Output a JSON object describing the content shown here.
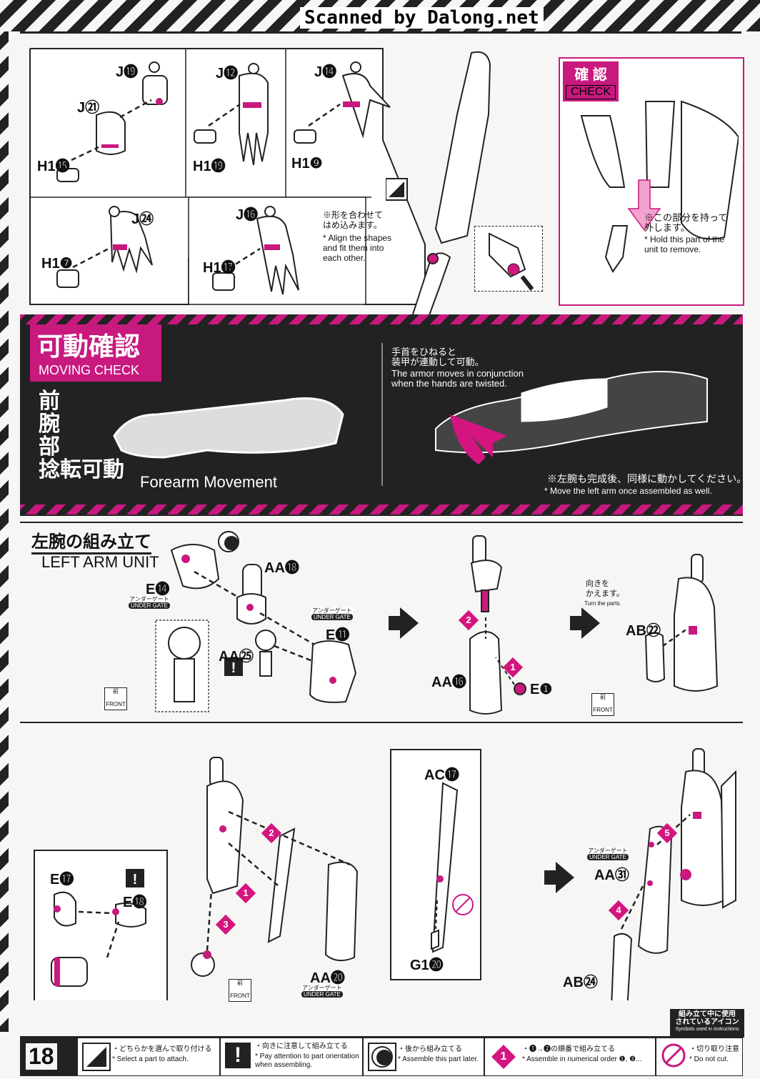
{
  "header": {
    "watermark": "Scanned by Dalong.net"
  },
  "page_number": "18",
  "section1": {
    "parts": [
      {
        "j": "J⓳",
        "h": "H1⓯",
        "j2": "J㉑"
      },
      {
        "j": "J⓬",
        "h": "H1⓳"
      },
      {
        "j": "J⓮",
        "h": "H1❾"
      },
      {
        "j": "J㉔",
        "h": "H1❼"
      },
      {
        "j": "J⓰",
        "h": "H1⓱"
      }
    ],
    "note_jp": "※形を合わせて\nはめ込みます。",
    "note_en": "* Align the shapes\nand fit them into\neach other.",
    "check": {
      "title_jp": "確 認",
      "title_en": "CHECK",
      "note_jp": "※この部分を持って\n外します。",
      "note_en": "* Hold this part of the\nunit to remove."
    }
  },
  "moving_check": {
    "title_jp": "可動確認",
    "title_en": "MOVING CHECK",
    "subtitle_jp": "前\n腕\n部\n捻転可動",
    "subtitle_en": "Forearm Movement",
    "note_jp": "手首をひねると\n装甲が連動して可動。",
    "note_en": "The armor moves in conjunction\nwhen the hands are twisted.",
    "footer_jp": "※左腕も完成後、同様に動かしてください。",
    "footer_en": "* Move the left arm once assembled as well."
  },
  "left_arm": {
    "title_jp": "左腕の組み立て",
    "title_en": "LEFT ARM UNIT",
    "under_gate_jp": "アンダーゲート",
    "under_gate_en": "UNDER GATE",
    "front_jp": "前",
    "front_en": "FRONT",
    "turn_jp": "向きを\nかえます。",
    "turn_en": "Turn the parts.",
    "labels": {
      "aa18": "AA⓲",
      "e14": "E⓮",
      "e11": "E⓫",
      "aa25": "AA㉕",
      "aa16": "AA⓰",
      "e1": "E❶",
      "ab22": "AB㉒"
    }
  },
  "section4": {
    "labels": {
      "e17": "E⓱",
      "e18": "E⓲",
      "aa20": "AA⓴",
      "ac17": "AC⓱",
      "g120": "G1⓴",
      "aa31": "AA㉛",
      "ab24": "AB㉔"
    },
    "steps": [
      "1",
      "2",
      "3",
      "4",
      "5"
    ]
  },
  "legend": {
    "title_jp": "組み立て中に使用\nされているアイコン",
    "title_en": "Symbols used in instructions",
    "items": [
      {
        "jp": "・どちらかを選んで取り付ける",
        "en": "* Select a part to attach."
      },
      {
        "jp": "・向きに注意して組み立てる",
        "en": "* Pay attention to part orientation\nwhen assembling."
      },
      {
        "jp": "・後から組み立てる",
        "en": "* Assemble this part later."
      },
      {
        "jp": "・❶→❷の順番で組み立てる",
        "en": "* Assemble in numerical order ❶, ❷..."
      },
      {
        "jp": "・切り取り注意",
        "en": "* Do not cut."
      }
    ]
  }
}
